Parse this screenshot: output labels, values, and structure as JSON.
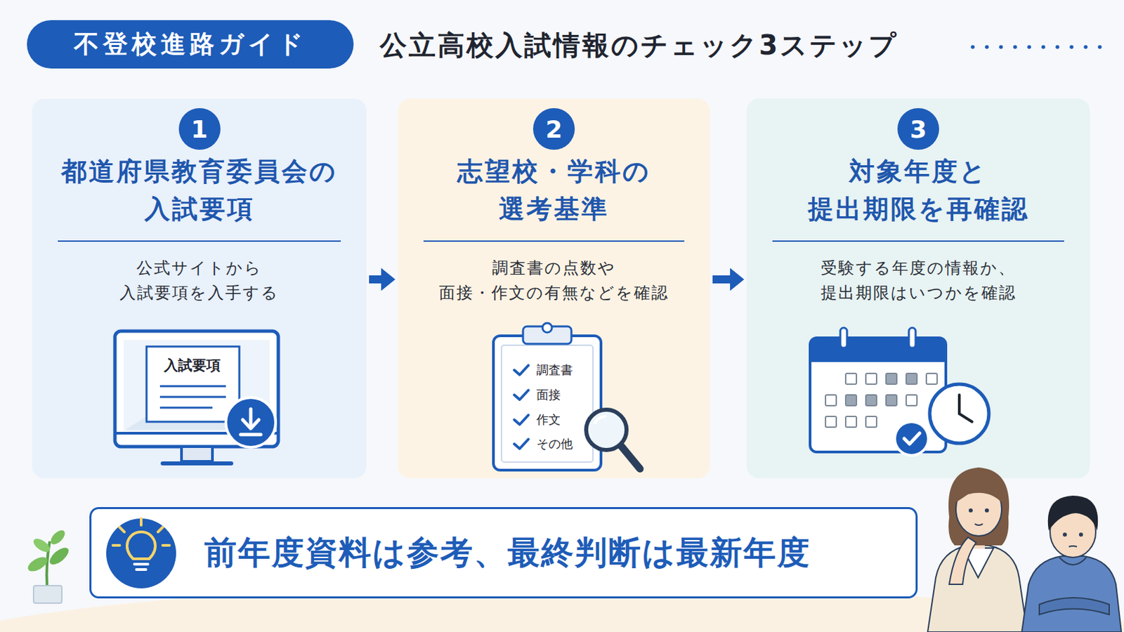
{
  "diagram": {
    "title": "公立高校入試情報のチェック3ステップ",
    "nodes": [
      {
        "text": [
          "不登校進路ガイド"
        ]
      },
      {
        "text": [
          "都道府県教育委員会の 入試要項",
          "公式サイトから 入試要項を入手する"
        ]
      },
      {
        "text": [
          "1"
        ],
        "in": 1
      },
      {
        "text": [
          "志望校・学科の 選考基準",
          "調査書の点数や 面接・作文の有無などを確認"
        ]
      },
      {
        "text": [
          "2"
        ],
        "in": 3
      },
      {
        "text": [
          "対象年度と 提出期限を再確認",
          "受験する年度の情報か、 提出期限はいつかを確認"
        ]
      },
      {
        "text": [
          "3"
        ],
        "in": 5
      },
      {
        "text": [
          "前年度資料は参考、最終判断は最新年度"
        ]
      }
    ],
    "edges": [
      {
        "from": 1,
        "to": 3,
        "arrow": "to"
      },
      {
        "from": 3,
        "to": 5,
        "arrow": "to"
      }
    ],
    "labels": [
      "入試要項",
      "調査書",
      "面接",
      "作文",
      "その他"
    ]
  }
}
